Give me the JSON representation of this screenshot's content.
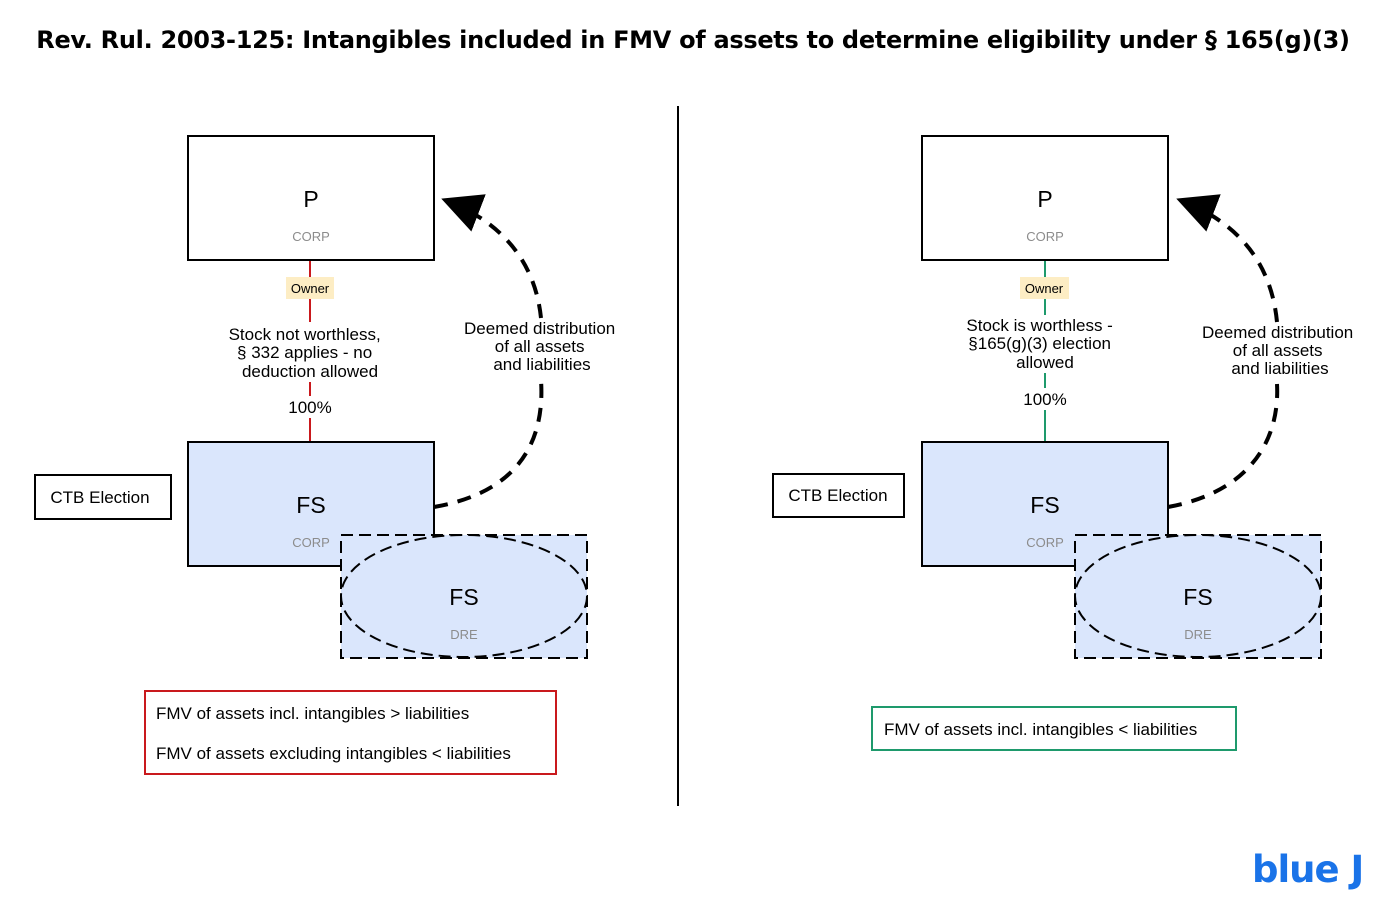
{
  "title": "Rev. Rul. 2003-125: Intangibles included in FMV of assets to determine eligibility under § 165(g)(3)",
  "colors": {
    "fs_fill": "#dae6fc",
    "owner_fill": "#fdedc4",
    "left_accent": "#c9191d",
    "right_accent": "#1e9a6c",
    "logo": "#1a73e8"
  },
  "left": {
    "parent": {
      "name": "P",
      "type": "CORP"
    },
    "owner_tag": "Owner",
    "ownership_note": [
      "Stock not worthless,",
      "§ 332 applies - no",
      "deduction allowed"
    ],
    "ownership_pct": "100%",
    "subsidiary": {
      "name": "FS",
      "type": "CORP"
    },
    "dre": {
      "name": "FS",
      "type": "DRE"
    },
    "election_label": "CTB Election",
    "arrow_label": [
      "Deemed distribution",
      "of all assets",
      "and liabilities"
    ],
    "conditions": [
      "FMV of assets incl. intangibles > liabilities",
      "FMV of assets excluding intangibles < liabilities"
    ]
  },
  "right": {
    "parent": {
      "name": "P",
      "type": "CORP"
    },
    "owner_tag": "Owner",
    "ownership_note": [
      "Stock is worthless -",
      "§165(g)(3) election",
      "allowed"
    ],
    "ownership_pct": "100%",
    "subsidiary": {
      "name": "FS",
      "type": "CORP"
    },
    "dre": {
      "name": "FS",
      "type": "DRE"
    },
    "election_label": "CTB Election",
    "arrow_label": [
      "Deemed distribution",
      "of all assets",
      "and liabilities"
    ],
    "conditions": [
      "FMV of assets incl. intangibles < liabilities"
    ]
  },
  "logo_text": "blue J"
}
